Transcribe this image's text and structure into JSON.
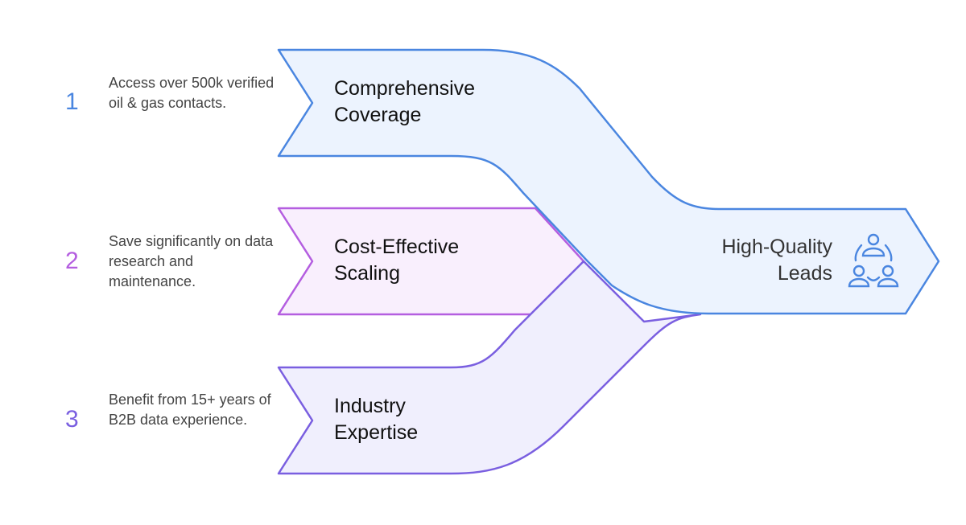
{
  "colors": {
    "blue": "#4a86e0",
    "blue_fill": "#ecf3fe",
    "pink": "#b45ee0",
    "pink_fill": "#f9effd",
    "purple": "#7a5fe0",
    "purple_fill": "#f0effd",
    "text_dark": "#111111",
    "text_muted": "#444444"
  },
  "inputs": [
    {
      "number": "1",
      "description": "Access over 500k verified oil & gas contacts.",
      "label_line1": "Comprehensive",
      "label_line2": "Coverage",
      "color": "blue"
    },
    {
      "number": "2",
      "description": "Save significantly on data research and maintenance.",
      "label_line1": "Cost-Effective",
      "label_line2": "Scaling",
      "color": "pink"
    },
    {
      "number": "3",
      "description": "Benefit from 15+ years of B2B data experience.",
      "label_line1": "Industry",
      "label_line2": "Expertise",
      "color": "purple"
    }
  ],
  "output": {
    "label_line1": "High-Quality",
    "label_line2": "Leads",
    "icon": "people-network-icon"
  }
}
